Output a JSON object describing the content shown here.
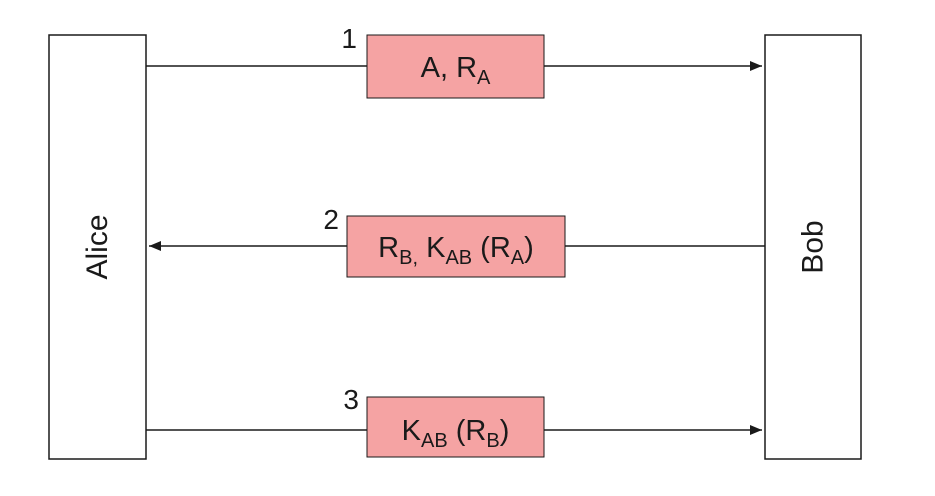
{
  "colors": {
    "message_fill": "#f5a3a3",
    "stroke": "#1a1a1a",
    "background": "#ffffff"
  },
  "parties": {
    "left": "Alice",
    "right": "Bob"
  },
  "messages": [
    {
      "step": "1",
      "direction": "left-to-right",
      "label": [
        {
          "text": "A, R"
        },
        {
          "text": "A",
          "sub": true
        }
      ]
    },
    {
      "step": "2",
      "direction": "right-to-left",
      "label": [
        {
          "text": "R"
        },
        {
          "text": "B,",
          "sub": true
        },
        {
          "text": " K"
        },
        {
          "text": "AB",
          "sub": true
        },
        {
          "text": " (R"
        },
        {
          "text": "A",
          "sub": true
        },
        {
          "text": ")"
        }
      ]
    },
    {
      "step": "3",
      "direction": "left-to-right",
      "label": [
        {
          "text": "K"
        },
        {
          "text": "AB",
          "sub": true
        },
        {
          "text": " (R"
        },
        {
          "text": "B",
          "sub": true
        },
        {
          "text": ")"
        }
      ]
    }
  ]
}
